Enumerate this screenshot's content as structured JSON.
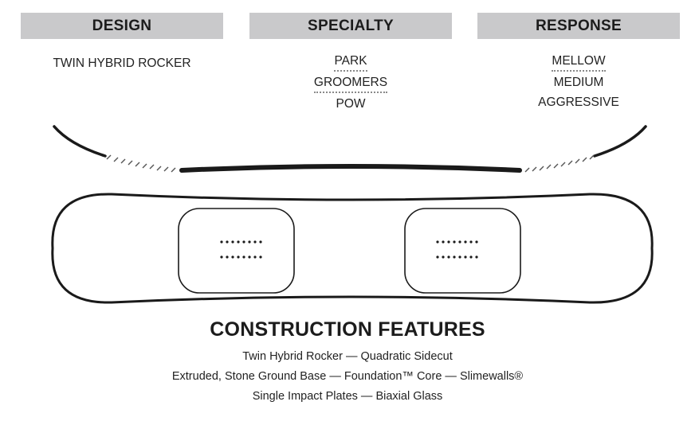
{
  "headers": {
    "design": "DESIGN",
    "specialty": "SPECIALTY",
    "response": "RESPONSE"
  },
  "design": {
    "value": "TWIN HYBRID ROCKER"
  },
  "specialty": {
    "options": [
      "PARK",
      "GROOMERS",
      "POW"
    ]
  },
  "response": {
    "options": [
      "MELLOW",
      "MEDIUM",
      "AGGRESSIVE"
    ]
  },
  "construction": {
    "title": "CONSTRUCTION FEATURES",
    "line1": "Twin Hybrid Rocker — Quadratic Sidecut",
    "line2": "Extruded, Stone Ground Base — Foundation™ Core — Slimewalls®",
    "line3": "Single Impact Plates — Biaxial Glass"
  },
  "colors": {
    "header_bg": "#c9c9cb",
    "ink": "#1a1a1a"
  }
}
